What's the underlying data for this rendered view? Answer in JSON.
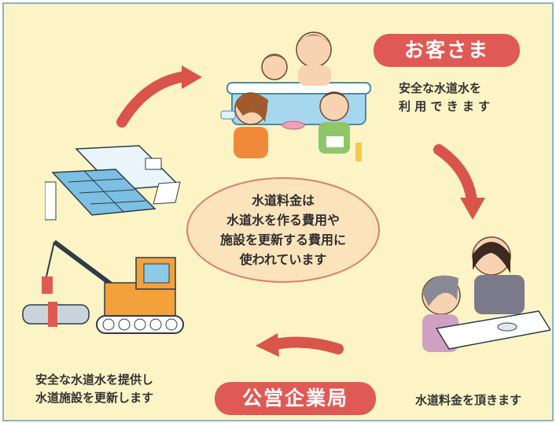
{
  "customer": {
    "label": "お客さま",
    "caption_lines": [
      "安全な水道水を",
      "利 用 で き ま す"
    ]
  },
  "enterprise": {
    "label": "公営企業局",
    "caption_lines": [
      "安全な水道水を提供し",
      "水道施設を更新します"
    ]
  },
  "payment": {
    "caption": "水道料金を頂きます"
  },
  "center": {
    "lines": [
      "水道料金は",
      "水道水を作る費用や",
      "施設を更新する費用に",
      "使われています"
    ]
  },
  "colors": {
    "background": "#fdf4c6",
    "border": "#8db4c4",
    "accent_red": "#e05a55",
    "arrow_red": "#d9544a",
    "oval_fill": "#fbe3bc"
  },
  "icons": [
    "family-bath-illustration",
    "water-treatment-plant-illustration",
    "crane-truck-illustration",
    "payment-counter-illustration",
    "cycle-arrow-icon"
  ]
}
